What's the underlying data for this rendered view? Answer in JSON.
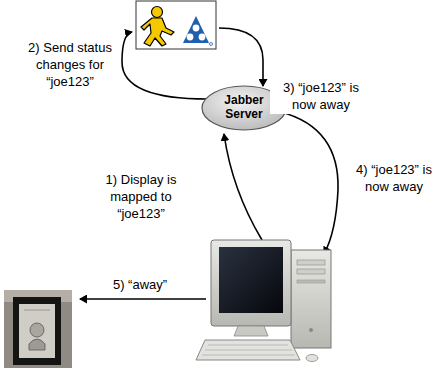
{
  "diagram": {
    "nodes": [
      {
        "text": [
          "Jabber Server"
        ]
      }
    ],
    "labels": [
      "2) Send status changes for “joe123”",
      "3) “joe123” is now away",
      "1) Display is mapped to “joe123”",
      "4) “joe123” is now away",
      "5) “away”"
    ]
  }
}
